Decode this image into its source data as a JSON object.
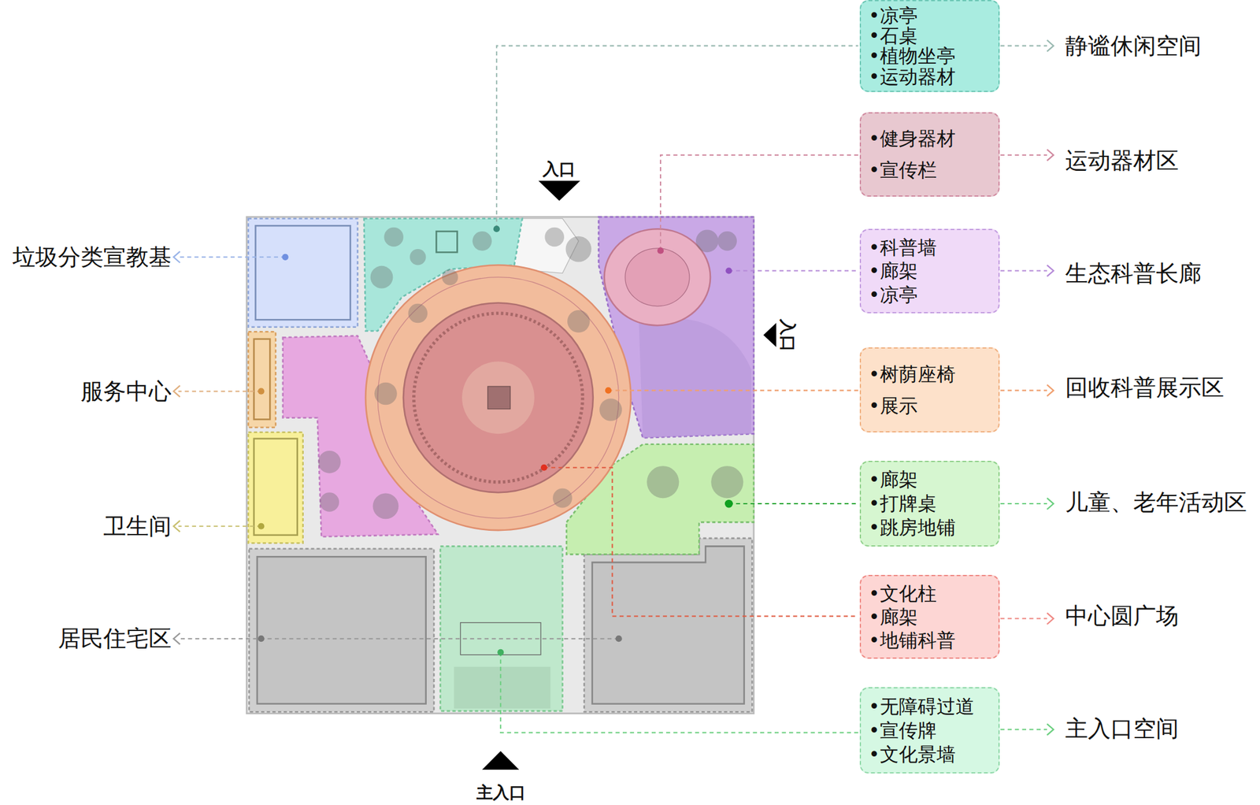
{
  "diagram": {
    "nodes": [
      {
        "text": [
          "•凉亭",
          "•石桌",
          "•植物坐亭",
          "•运动器材"
        ]
      },
      {
        "text": [
          "•健身器材",
          "•宣传栏"
        ]
      },
      {
        "text": [
          "•科普墙",
          "•廊架",
          "•凉亭"
        ]
      },
      {
        "text": [
          "•树荫座椅",
          "•展示"
        ]
      },
      {
        "text": [
          "•廊架",
          "•打牌桌",
          "•跳房地铺"
        ]
      },
      {
        "text": [
          "•文化柱",
          "•廊架",
          "•地铺科普"
        ]
      },
      {
        "text": [
          "•无障碍过道",
          "•宣传牌",
          "•文化景墙"
        ]
      }
    ],
    "labels": [
      "静谧休闲空间",
      "运动器材区",
      "生态科普长廊",
      "回收科普展示区",
      "儿童、老年活动区",
      "中心圆广场",
      "主入口空间",
      "垃圾分类宣教基",
      "服务中心",
      "卫生间",
      "居民住宅区",
      "入口",
      "入口",
      "主入口"
    ]
  }
}
